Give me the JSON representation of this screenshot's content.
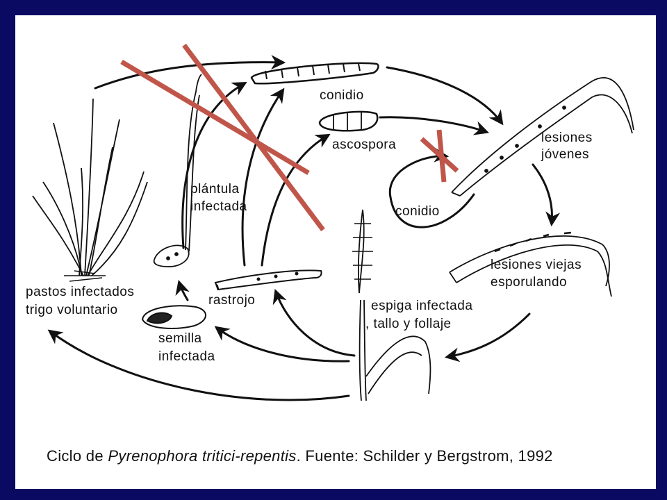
{
  "labels": {
    "conidio_top": "conidio",
    "ascospora": "ascospora",
    "lesiones_jovenes": [
      "lesiones",
      "jóvenes"
    ],
    "plantula_infectada": [
      "plántula",
      "infectada"
    ],
    "conidio_inner": "conidio",
    "lesiones_viejas": [
      "lesiones viejas",
      "esporulando"
    ],
    "pastos_infectados": [
      "pastos infectados",
      "trigo voluntario"
    ],
    "rastrojo": "rastrojo",
    "espiga_infectada": [
      "espiga infectada",
      ", tallo y follaje"
    ],
    "semilla_infectada": [
      "semilla",
      "infectada"
    ]
  },
  "caption": {
    "prefix": "Ciclo de",
    "species": "Pyrenophora tritici-repentis",
    "suffix": ". Fuente: Schilder y Bergstrom, 1992"
  },
  "colors": {
    "background": "#0a0a63",
    "slide": "#ffffff",
    "strike": "#c0564a",
    "ink": "#111111"
  }
}
